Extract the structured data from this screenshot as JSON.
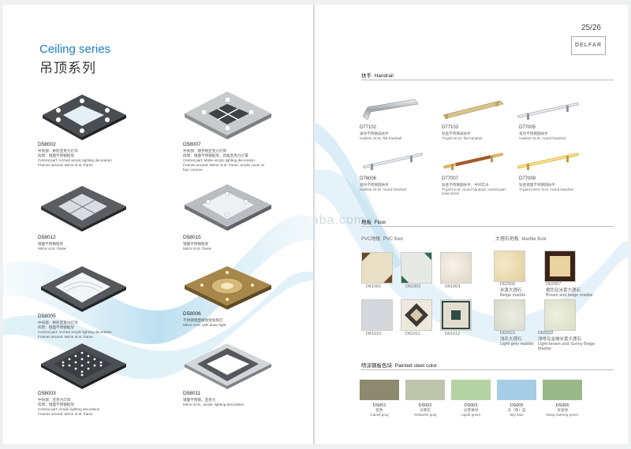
{
  "left": {
    "title": "Ceiling series",
    "title_cn": "吊顶系列",
    "items": [
      {
        "code": "D58002",
        "l1": "中央部：拱形亚克力灯饰",
        "l2": "四周：镜面不锈钢框架",
        "l3": "Central part: Arched acrylic lighting decoration",
        "l4": "Frames around: Mirror st.st. frame"
      },
      {
        "code": "D58007",
        "l1": "中央部：镜字格亚克力灯饰",
        "l2": "四周：镜面不锈钢框架，四角亚克力灯罩",
        "l3": "Central part: Matte acrylic lighting decoration",
        "l4": "Frames around: Mirror st.st. frame, acrylic cover at four corners"
      },
      {
        "code": "D58012",
        "l1": "镜面不锈钢框架",
        "l2": "Mirror st.st. frame",
        "l3": "",
        "l4": ""
      },
      {
        "code": "D58015",
        "l1": "镜面不锈钢框架",
        "l2": "Mirror st.st. frame",
        "l3": "",
        "l4": ""
      },
      {
        "code": "D58005",
        "l1": "中央部：拱形亚克力灯饰",
        "l2": "四周：镜面不锈钢框架",
        "l3": "Central part: Arched acrylic lighting decoration",
        "l4": "Frames around: Mirror st.st. frame"
      },
      {
        "code": "D58006",
        "l1": "不锈钢镜面镀钛架加筒灯",
        "l2": "Mirror st.st. with down light",
        "l3": "",
        "l4": ""
      },
      {
        "code": "D58003",
        "l1": "中央部：亚克力灯饰",
        "l2": "四周：镜面不锈钢框架",
        "l3": "Central part: Acrylic lighting decoration",
        "l4": "Frames around: Mirror st.st. frame"
      },
      {
        "code": "D58011",
        "l1": "镜面不锈钢，亚克力",
        "l2": "Mirror st.st., acrylic lighting decoration",
        "l3": "",
        "l4": ""
      }
    ]
  },
  "right": {
    "page_number": "25/26",
    "logo": "DELFAR",
    "watermark": "delfar.en.alibaba.com",
    "handrail": {
      "label_cn": "扶手",
      "label_en": "Handrail",
      "items": [
        {
          "code": "D77102",
          "l1": "发纹不锈钢扁扶手",
          "l2": "Hairline St.St. flat handrail"
        },
        {
          "code": "D77103",
          "l1": "钛金不锈钢扁扶手",
          "l2": "Ti-gold St.St. flat handrail"
        },
        {
          "code": "D77005",
          "l1": "发纹不锈钢圆扶手",
          "l2": "Hairline St.St. round handrail"
        },
        {
          "code": "D78006",
          "l1": "发纹不锈钢圆扶手",
          "l2": "Hairline St.St. round handrail"
        },
        {
          "code": "D77007",
          "l1": "钛金不锈钢圆扶手，中间实木",
          "l2": "Ti-gold st.st. round handrail, central part",
          "l3": "solid wood"
        },
        {
          "code": "D77009",
          "l1": "钛金镜面不锈钢圆扶手",
          "l2": "Ti-gold mirror st.st. round handrail"
        }
      ]
    },
    "floor": {
      "label_cn": "地板",
      "label_en": "Floor",
      "pvc_cn": "PVC地板",
      "pvc_en": "PVC floor",
      "marble_cn": "大理石地板",
      "marble_en": "Marble floor",
      "pvc": [
        {
          "code": "D61001"
        },
        {
          "code": "D61002"
        },
        {
          "code": "D61003"
        },
        {
          "code": "D61010"
        },
        {
          "code": "D61011"
        },
        {
          "code": "D61012"
        }
      ],
      "marble": [
        {
          "code": "D62006",
          "l1": "米黄大理石",
          "l2": "Beige marble"
        },
        {
          "code": "D62007",
          "l1": "橙色及米黄大理石",
          "l2": "Brown and beige marble"
        },
        {
          "code": "D62021",
          "l1": "浅灰大理石",
          "l2": "Light grey marble"
        },
        {
          "code": "D62022",
          "l1": "浅啡及金橄米黄大理石",
          "l2": "Light-brown and Sunny Beige Marble"
        }
      ]
    },
    "paint": {
      "label_cn": "喷涂钢板色块",
      "label_en": "Painted steel color",
      "items": [
        {
          "code": "DS001",
          "l1": "驼色",
          "l2": "Camel gray",
          "color": "#8c8a6e"
        },
        {
          "code": "DS002",
          "l1": "淡黄灰",
          "l2": "Yellowish gray",
          "color": "#bfc4ad"
        },
        {
          "code": "DS003",
          "l1": "淡苹果绿",
          "l2": "Apple green",
          "color": "#b4d2a3"
        },
        {
          "code": "DS005",
          "l1": "天（珠）蓝",
          "l2": "Sky blue",
          "color": "#a6cce6"
        },
        {
          "code": "DS006",
          "l1": "深豆绿",
          "l2": "Deep nutmeg green",
          "color": "#9ab88a"
        }
      ]
    }
  }
}
